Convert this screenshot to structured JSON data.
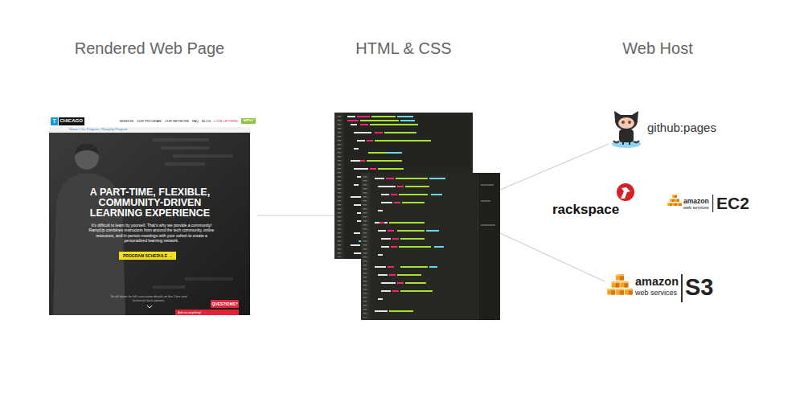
{
  "diagram": {
    "nodes": [
      {
        "text": [
          "Rendered Web Page",
          "T",
          "CHICAGO",
          "MISSION",
          "OUR PROGRAM",
          "OUR NETWORK",
          "FAQ",
          "BLOG",
          "LOVE LETTERS",
          "APPLY",
          "Home / Our Program / RampUp Program",
          "A PART-TIME, FLEXIBLE, COMMUNITY-DRIVEN LEARNING EXPERIENCE",
          "It's difficult to learn by yourself. That's why we provide a community! RampUp combines instructors from around the tech community, online resources, and in-person meetings with your cohort to create a personalized learning network.",
          "PROGRAM SCHEDULE →",
          "Scroll down for full curriculum details on the Core and technical track options.",
          "QUESTIONS?",
          "Ask us anything!"
        ]
      },
      {
        "text": [
          "HTML & CSS"
        ]
      },
      {
        "text": [
          "github:pages"
        ]
      },
      {
        "text": [
          "rackspace"
        ]
      },
      {
        "text": [
          "amazon",
          "web services",
          "EC2"
        ]
      },
      {
        "text": [
          "amazon",
          "web services",
          "S3"
        ]
      }
    ],
    "edges": [
      {
        "from": 0,
        "to": 1,
        "arrow": "none"
      },
      {
        "from": 1,
        "to": 2,
        "arrow": "none"
      },
      {
        "from": 1,
        "to": 5,
        "arrow": "none"
      }
    ],
    "labels": [
      "Web Host"
    ]
  }
}
